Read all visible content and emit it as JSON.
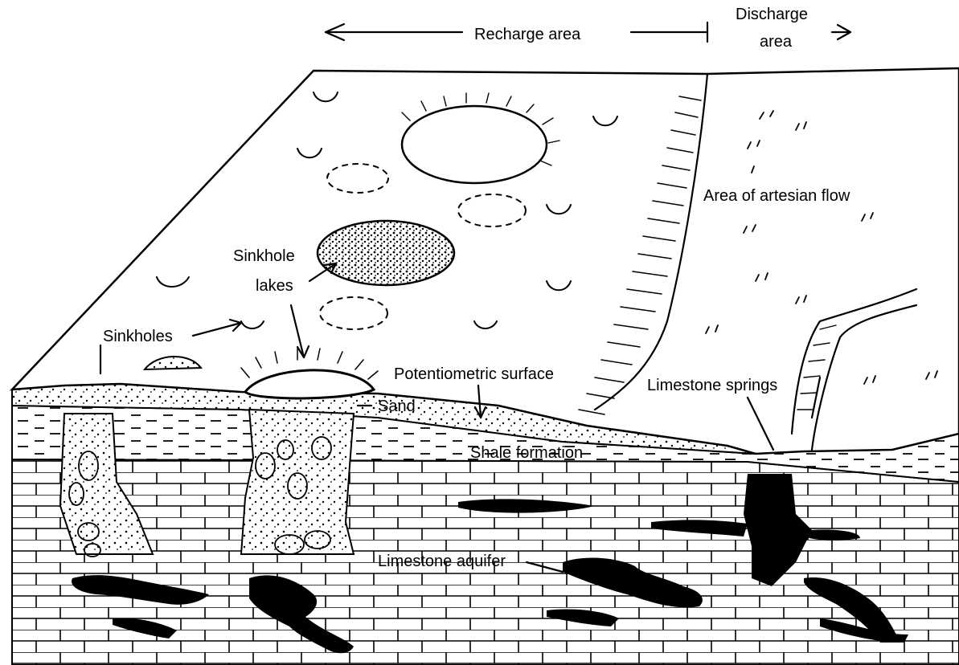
{
  "labels": {
    "recharge_area": "Recharge area",
    "discharge_area_line1": "Discharge",
    "discharge_area_line2": "area",
    "area_of_artesian_flow": "Area of artesian flow",
    "sinkhole_lakes_line1": "Sinkhole",
    "sinkhole_lakes_line2": "lakes",
    "sinkholes": "Sinkholes",
    "potentiometric_surface": "Potentiometric surface",
    "sand": "Sand",
    "limestone_springs": "Limestone springs",
    "shale_formation": "Shale formation",
    "limestone_aquifer": "Limestone aquifer"
  },
  "colors": {
    "ink": "#000000",
    "paper": "#ffffff"
  }
}
